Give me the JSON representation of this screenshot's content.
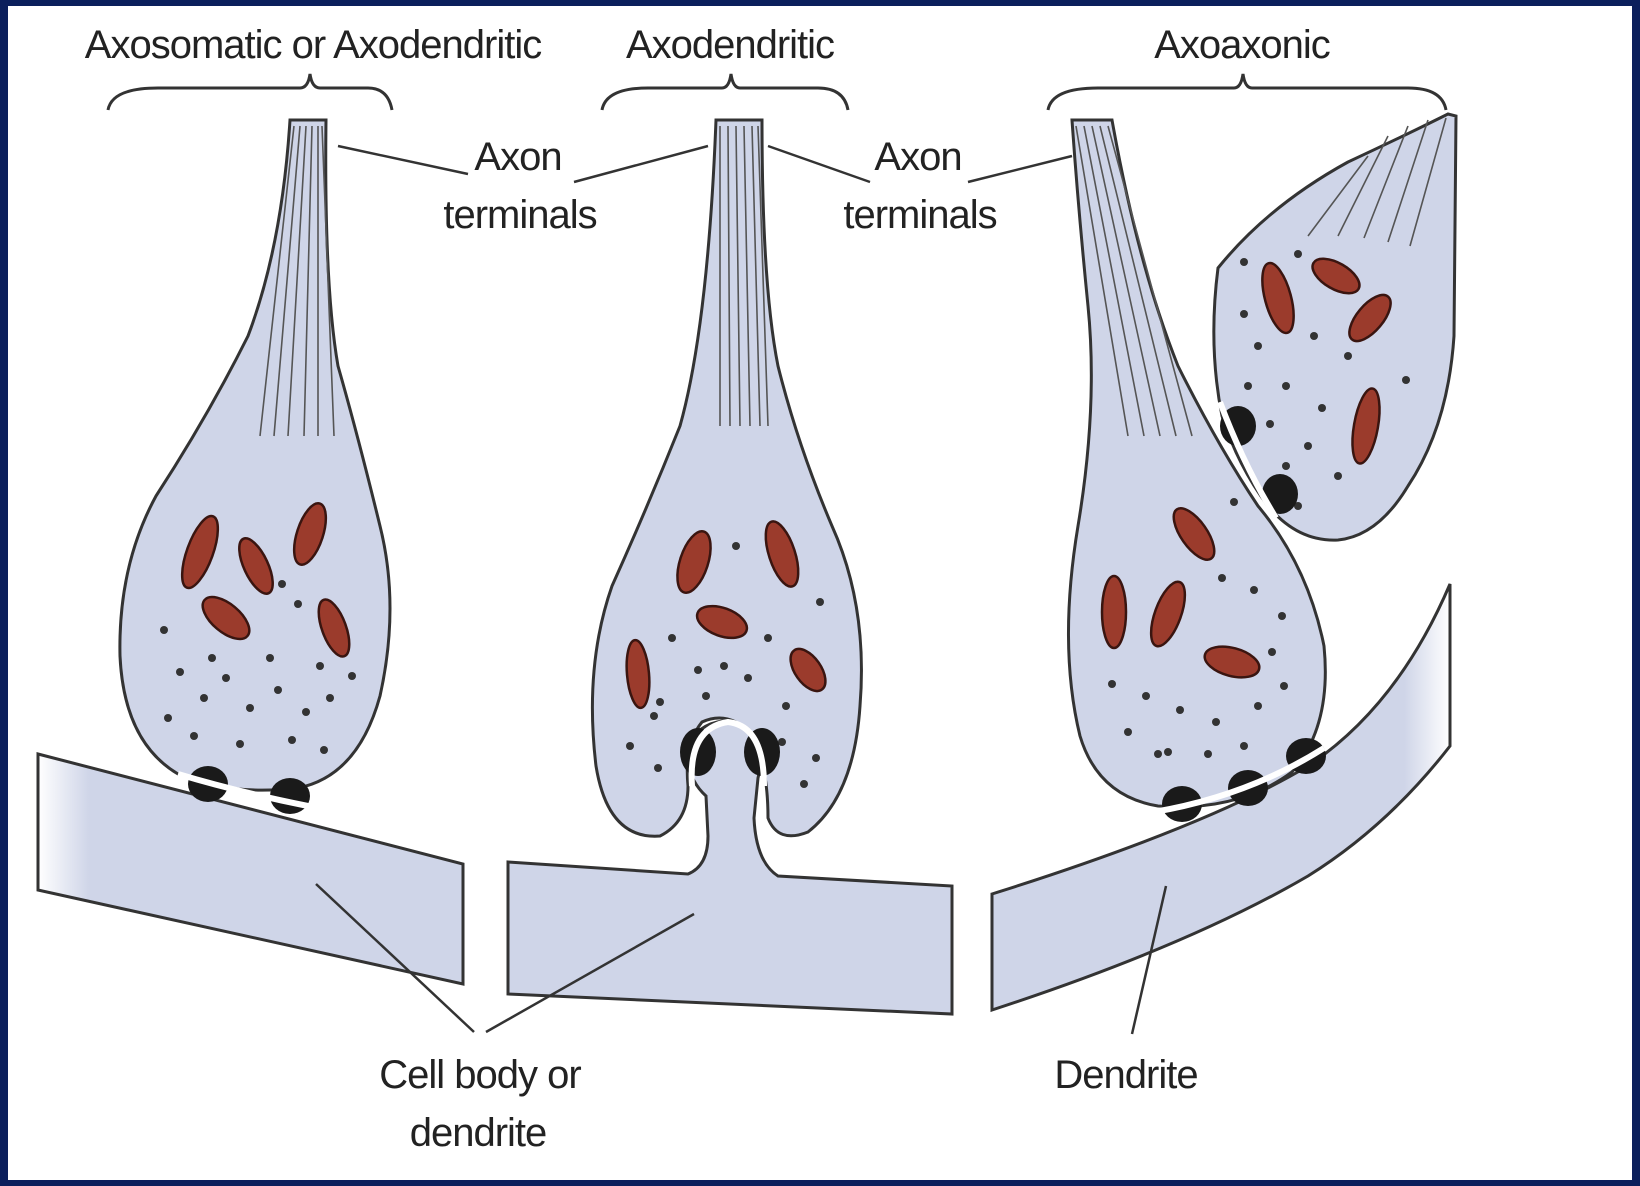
{
  "labels": {
    "axosomatic": "Axosomatic or Axodendritic",
    "axodendritic": "Axodendritic",
    "axoaxonic": "Axoaxonic",
    "axon_terminals_1_line1": "Axon",
    "axon_terminals_1_line2": "terminals",
    "axon_terminals_2_line1": "Axon",
    "axon_terminals_2_line2": "terminals",
    "cell_body_line1": "Cell body or",
    "cell_body_line2": "dendrite",
    "dendrite": "Dendrite"
  },
  "colors": {
    "frame": "#0b1f5c",
    "membrane_fill": "#cfd5e8",
    "mitochondria": "#9b3b2c"
  }
}
